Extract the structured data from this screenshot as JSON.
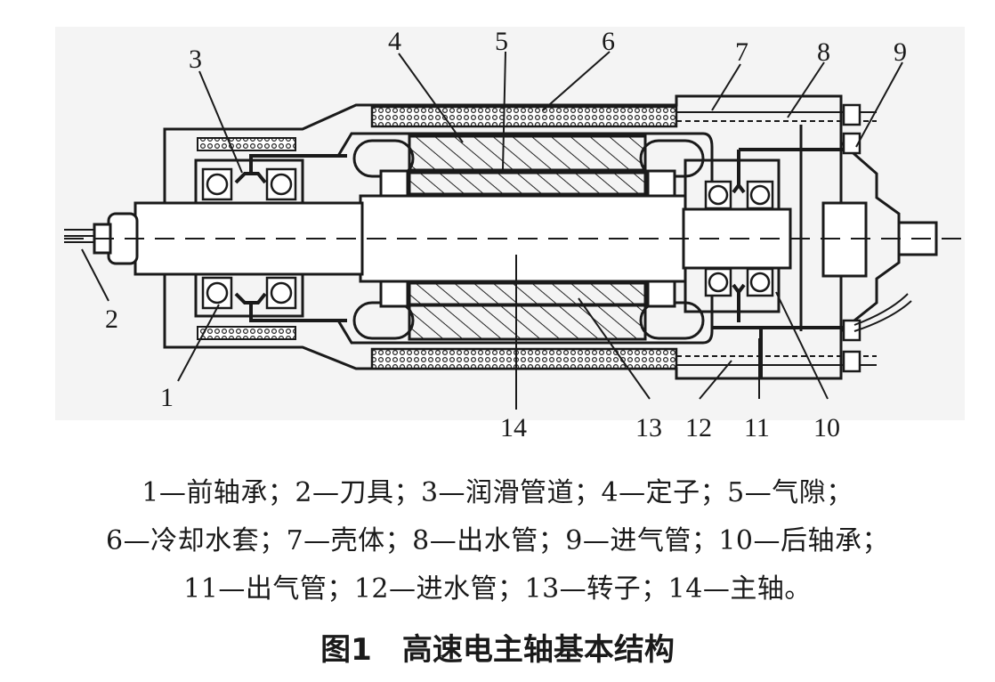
{
  "labels": {
    "n1": "1",
    "n2": "2",
    "n3": "3",
    "n4": "4",
    "n5": "5",
    "n6": "6",
    "n7": "7",
    "n8": "8",
    "n9": "9",
    "n10": "10",
    "n11": "11",
    "n12": "12",
    "n13": "13",
    "n14": "14"
  },
  "legend": {
    "line1": "1—前轴承；2—刀具；3—润滑管道；4—定子；5—气隙；",
    "line2": "6—冷却水套；7—壳体；8—出水管；9—进气管；10—后轴承；",
    "line3": "11—出气管；12—进水管；13—转子；14—主轴。"
  },
  "caption": "图1　高速电主轴基本结构"
}
